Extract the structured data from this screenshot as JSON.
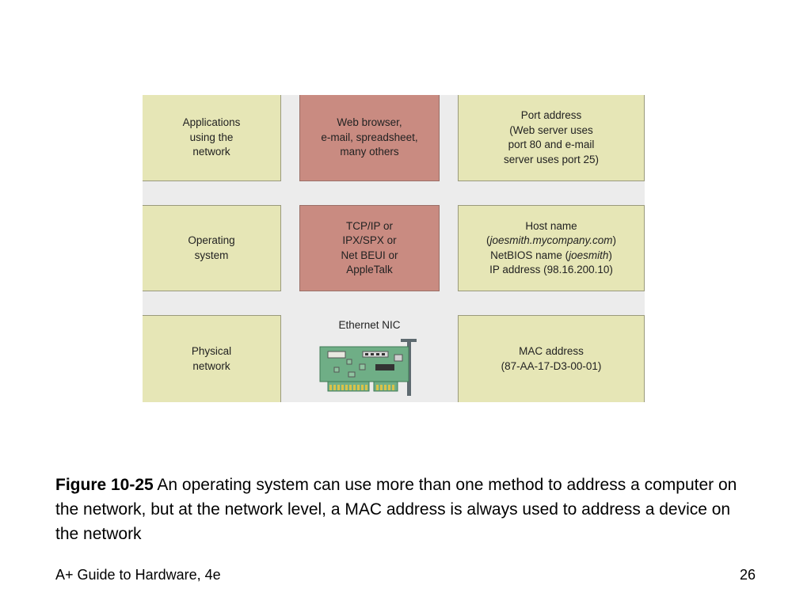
{
  "diagram": {
    "rows": [
      {
        "left": [
          "Applications",
          "using the",
          "network"
        ],
        "middle": [
          "Web browser,",
          "e-mail, spreadsheet,",
          "many others"
        ],
        "right": [
          "Port address",
          "(Web server uses",
          "port 80 and e-mail",
          "server uses port 25)"
        ]
      },
      {
        "left": [
          "Operating",
          "system"
        ],
        "middle": [
          "TCP/IP or",
          "IPX/SPX or",
          "Net BEUI or",
          "AppleTalk"
        ],
        "right_parts": {
          "host_label": "Host name",
          "host_paren_open": "(",
          "host_value": "joesmith.mycompany.com",
          "host_paren_close": ")",
          "netbios_label": "NetBIOS name (",
          "netbios_value": "joesmith",
          "netbios_close": ")",
          "ip_line": "IP address (98.16.200.10)"
        }
      },
      {
        "left": [
          "Physical",
          "network"
        ],
        "middle_label": "Ethernet NIC",
        "right": [
          "MAC address",
          "(87-AA-17-D3-00-01)"
        ]
      }
    ],
    "colors": {
      "tan_box": "#e6e6b6",
      "red_box": "#c98b81",
      "background": "#ececec",
      "nic_board": "#6fae86"
    },
    "nic_icon": "ethernet-nic-card-icon"
  },
  "caption": {
    "label": "Figure 10-25",
    "text": " An operating system can use more than one method to address a computer on the network, but at the network level, a MAC address is always used to address a device on the network"
  },
  "footer": {
    "book": "A+ Guide to Hardware, 4e",
    "page": "26"
  }
}
